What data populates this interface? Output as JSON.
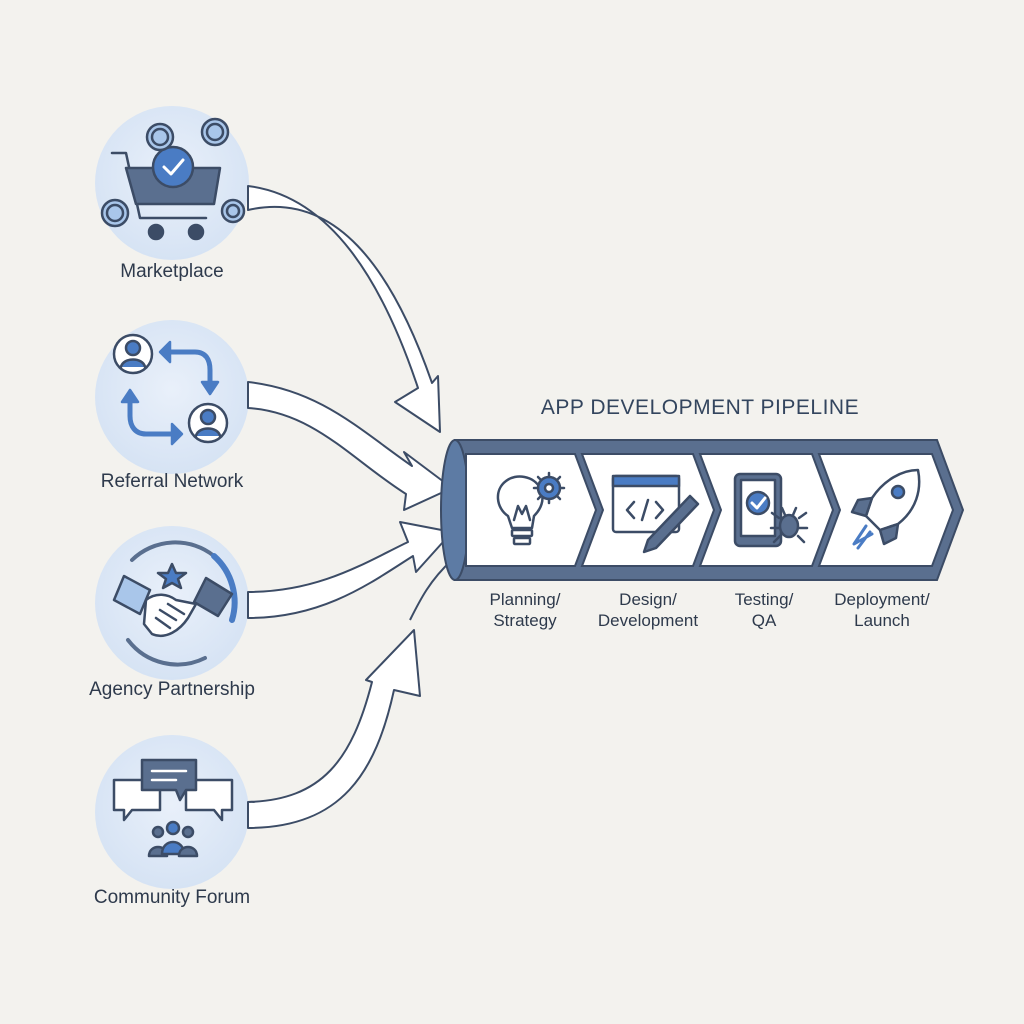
{
  "diagram": {
    "title": "APP DEVELOPMENT PIPELINE",
    "sources": [
      {
        "label": "Marketplace",
        "icon": "shopping-cart-check-icon"
      },
      {
        "label": "Referral Network",
        "icon": "referral-cycle-icon"
      },
      {
        "label": "Agency Partnership",
        "icon": "handshake-icon"
      },
      {
        "label": "Community Forum",
        "icon": "chat-bubbles-people-icon"
      }
    ],
    "stages": [
      {
        "label": "Planning/\nStrategy",
        "icon": "lightbulb-gear-icon"
      },
      {
        "label": "Design/\nDevelopment",
        "icon": "code-window-pencil-icon"
      },
      {
        "label": "Testing/\nQA",
        "icon": "tablet-bug-check-icon"
      },
      {
        "label": "Deployment/\nLaunch",
        "icon": "rocket-icon"
      }
    ]
  },
  "colors": {
    "background": "#f3f2ee",
    "circle_fill": "#dce7f5",
    "accent_blue": "#4a7cc4",
    "light_blue": "#a9c6ea",
    "slate": "#5a6f8f",
    "outline": "#3c4c66",
    "arrow_fill": "#ffffff"
  }
}
